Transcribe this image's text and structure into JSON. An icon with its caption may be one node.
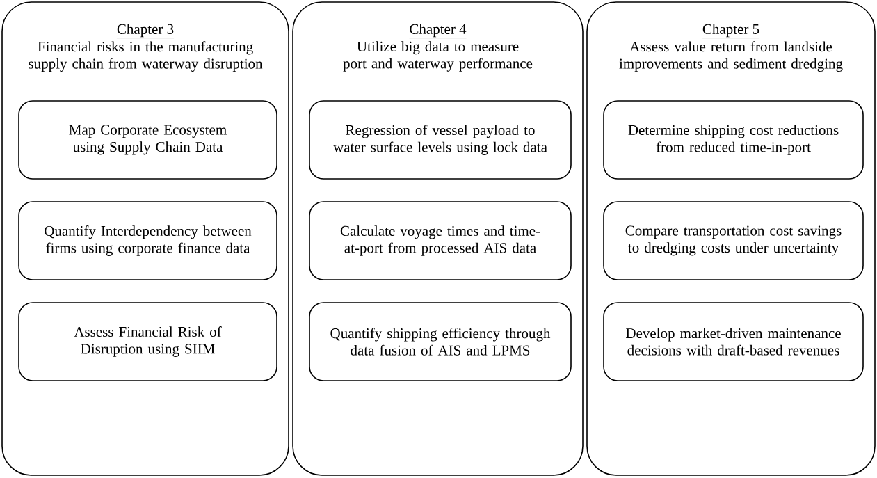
{
  "diagram": {
    "nodes": [
      {
        "text": [
          "Chapter 3",
          "Financial risks in the manufacturing supply chain from waterway disruption"
        ]
      },
      {
        "text": [
          "Map Corporate Ecosystem using Supply Chain Data"
        ],
        "in": 0
      },
      {
        "text": [
          "Quantify Interdependency between firms using corporate finance data"
        ],
        "in": 0
      },
      {
        "text": [
          "Assess Financial Risk of Disruption using SIIM"
        ],
        "in": 0
      },
      {
        "text": [
          "Chapter 4",
          "Utilize big data to measure port and waterway performance"
        ]
      },
      {
        "text": [
          "Regression of vessel payload to water surface levels using lock data"
        ],
        "in": 4
      },
      {
        "text": [
          "Calculate voyage times and time-at-port from processed AIS data"
        ],
        "in": 4
      },
      {
        "text": [
          "Quantify shipping efficiency through data fusion of AIS and LPMS"
        ],
        "in": 4
      },
      {
        "text": [
          "Chapter 5",
          "Assess value return from landside improvements and sediment dredging"
        ]
      },
      {
        "text": [
          "Determine shipping cost reductions from reduced time-in-port"
        ],
        "in": 8
      },
      {
        "text": [
          "Compare transportation cost savings to dredging costs under uncertainty"
        ],
        "in": 8
      },
      {
        "text": [
          "Develop market-driven maintenance decisions with draft-based revenues"
        ],
        "in": 8
      }
    ]
  }
}
